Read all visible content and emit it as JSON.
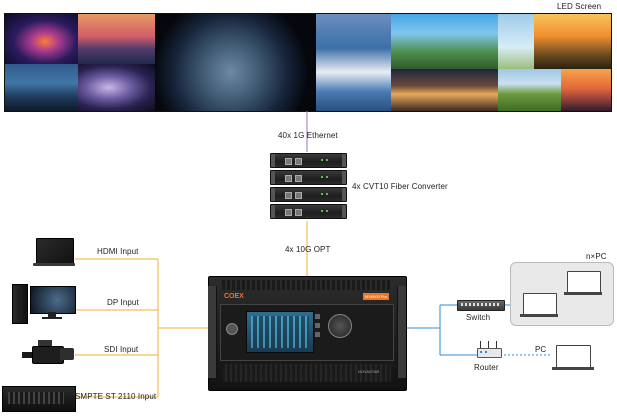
{
  "labels": {
    "led_screen": "LED Screen",
    "ethernet": "40x 1G Ethernet",
    "fiber_converter": "4x CVT10 Fiber Converter",
    "opt": "4x 10G OPT",
    "hdmi_input": "HDMI Input",
    "dp_input": "DP Input",
    "sdi_input": "SDI Input",
    "smpte_input": "SMPTE ST 2110 Input",
    "switch": "Switch",
    "router": "Router",
    "n_pc": "n×PC",
    "pc": "PC"
  },
  "device": {
    "brand": "COEX",
    "model_badge": "MX6000 Pro",
    "bottom_brand": "NOVASTAR"
  },
  "colors": {
    "input_line": "#f2b233",
    "network_line": "#2b8fd6",
    "ethernet_line": "#9b6fc9",
    "opt_line": "#f2b233",
    "brand_accent": "#e8772a"
  },
  "icons": {
    "hdmi_source": "laptop-icon",
    "dp_source": "desktop-pc-icon",
    "sdi_source": "video-camera-icon",
    "smpte_source": "media-server-icon",
    "switch": "network-switch-icon",
    "router": "router-icon",
    "n_pc": "laptop-group-icon",
    "pc": "laptop-icon"
  }
}
